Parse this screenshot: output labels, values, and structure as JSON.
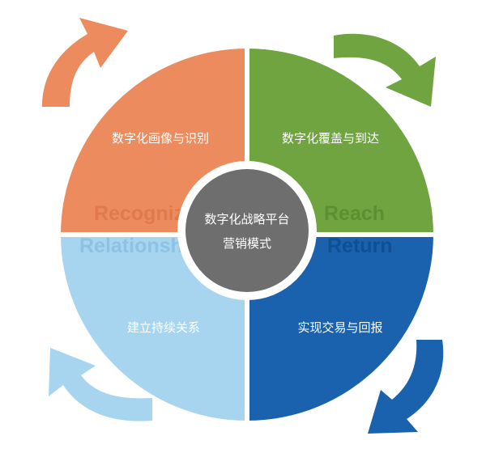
{
  "center": {
    "line1": "数字化战略平台",
    "line2": "营销模式"
  },
  "quadrants": [
    {
      "id": "top-left",
      "label": "数字化画像与识别",
      "english": "Recognize",
      "color": "#ec8b5e",
      "english_color": "#e07a4c"
    },
    {
      "id": "top-right",
      "label": "数字化覆盖与到达",
      "english": "Reach",
      "color": "#6fa440",
      "english_color": "#5b8f31"
    },
    {
      "id": "bottom-left",
      "label": "建立持续关系",
      "english": "Relationship",
      "color": "#a7d5ef",
      "english_color": "#8cc3e5"
    },
    {
      "id": "bottom-right",
      "label": "实现交易与回报",
      "english": "Return",
      "color": "#1a62ad",
      "english_color": "#0f4f94"
    }
  ],
  "colors": {
    "center_fill": "#6e6e6e",
    "center_ring": "#ffffff",
    "divider": "#ffffff"
  },
  "icons": [
    "arrow-top-left-icon",
    "arrow-top-right-icon",
    "arrow-bottom-left-icon",
    "arrow-bottom-right-icon"
  ]
}
